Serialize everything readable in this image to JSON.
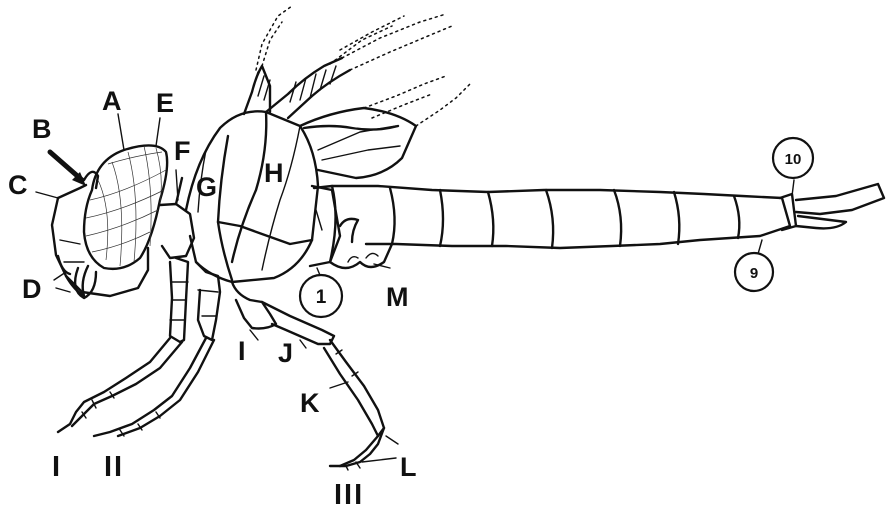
{
  "labels": {
    "A": "A",
    "B": "B",
    "C": "C",
    "D": "D",
    "E": "E",
    "F": "F",
    "G": "G",
    "H": "H",
    "I": "I",
    "J": "J",
    "K": "K",
    "L": "L",
    "M": "M"
  },
  "legs": {
    "leg1": "I",
    "leg2": "II",
    "leg3": "III"
  },
  "segments": {
    "seg1": "1",
    "seg9": "9",
    "seg10": "10"
  },
  "colors": {
    "ink": "#111111",
    "paper": "#ffffff"
  }
}
